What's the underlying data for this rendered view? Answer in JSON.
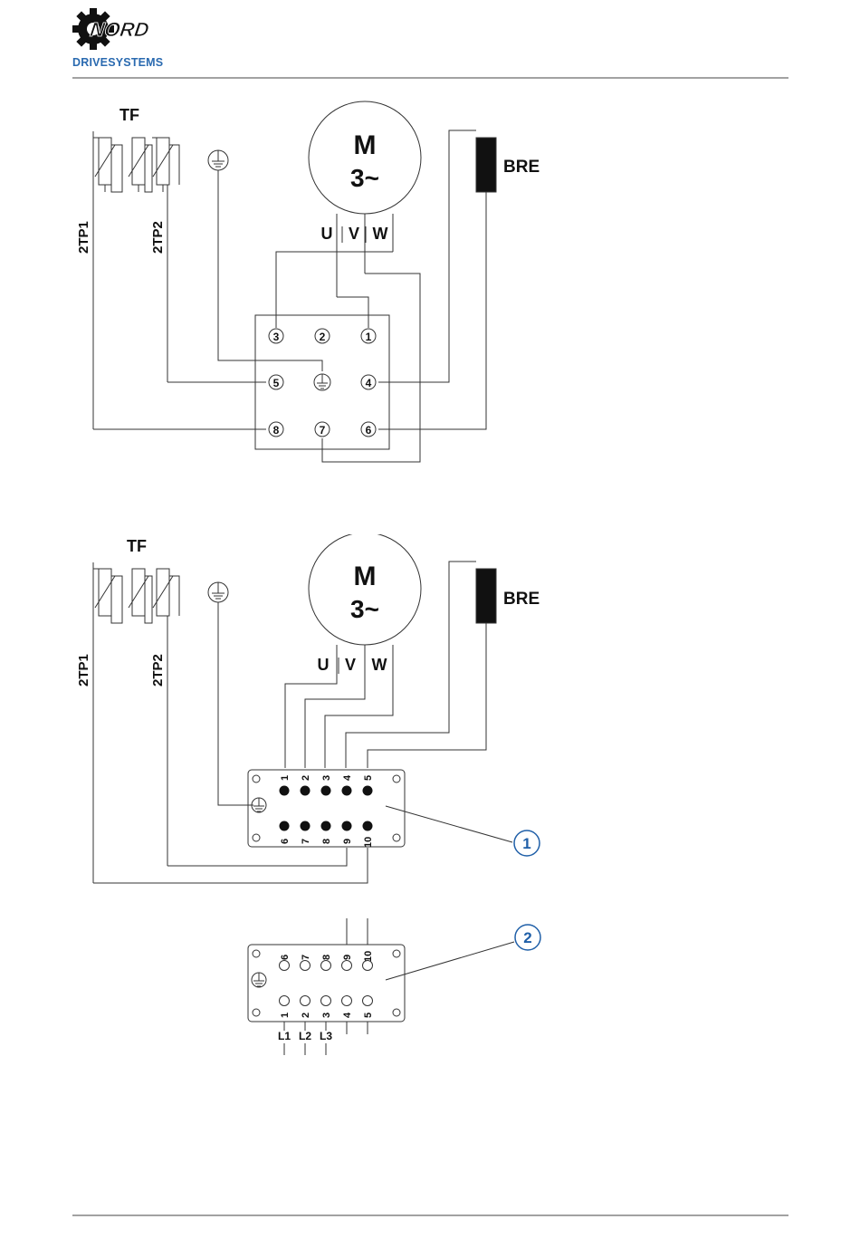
{
  "header": {
    "brand_name": "NORD",
    "brand_subtitle": "DRIVESYSTEMS",
    "brand_color": "#2a6ab0"
  },
  "diagram1": {
    "tf_label": "TF",
    "motor_label": "M",
    "motor_phase": "3~",
    "brake_label": "BRE",
    "tp1_label": "2TP1",
    "tp2_label": "2TP2",
    "phase_u": "U",
    "phase_v": "V",
    "phase_w": "W",
    "terminals": [
      "1",
      "2",
      "3",
      "4",
      "5",
      "6",
      "7",
      "8"
    ]
  },
  "diagram2": {
    "tf_label": "TF",
    "motor_label": "M",
    "motor_phase": "3~",
    "brake_label": "BRE",
    "tp1_label": "2TP1",
    "tp2_label": "2TP2",
    "phase_u": "U",
    "phase_v": "V",
    "phase_w": "W",
    "pins_top": [
      "1",
      "2",
      "3",
      "4",
      "5"
    ],
    "pins_bottom": [
      "6",
      "7",
      "8",
      "9",
      "10"
    ],
    "callout": "1"
  },
  "diagram3": {
    "pins_top": [
      "6",
      "7",
      "8",
      "9",
      "10"
    ],
    "pins_bottom": [
      "1",
      "2",
      "3",
      "4",
      "5"
    ],
    "lines": [
      "L1",
      "L2",
      "L3"
    ],
    "callout": "2",
    "callout_color": "#1f5fa8"
  }
}
